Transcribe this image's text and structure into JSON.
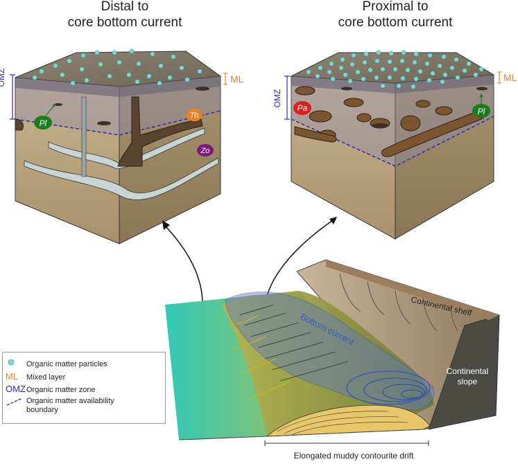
{
  "titles": {
    "distal": "Distal to\ncore bottom current",
    "proximal": "Proximal to\ncore bottom current"
  },
  "block_labels": {
    "omz": "OMZ",
    "ml": "ML",
    "pl": "Pl",
    "th": "Th",
    "zo": "Zo",
    "pa": "Pa"
  },
  "diagram_labels": {
    "bottom_current": "Bottom current",
    "continental_shelf": "Continental shelf",
    "continental_slope": "Continental\nslope",
    "drift": "Elongated muddy contourite drift"
  },
  "legend": {
    "particles": "Organic matter particles",
    "ml_sym": "ML",
    "ml": "Mixed layer",
    "omz_sym": "OMZ",
    "omz": "Organic matter zone",
    "boundary": "Organic matter availability\nboundary"
  },
  "colors": {
    "particle": "#7fd6d6",
    "ml_orange": "#e8822a",
    "omz_blue": "#2a2ab8",
    "pl_green": "#1e7a1e",
    "th_orange": "#e8822a",
    "zo_purple": "#7a1e7a",
    "pa_red": "#d82020",
    "sediment": "#b9a37e",
    "burrow": "#5a4430"
  }
}
